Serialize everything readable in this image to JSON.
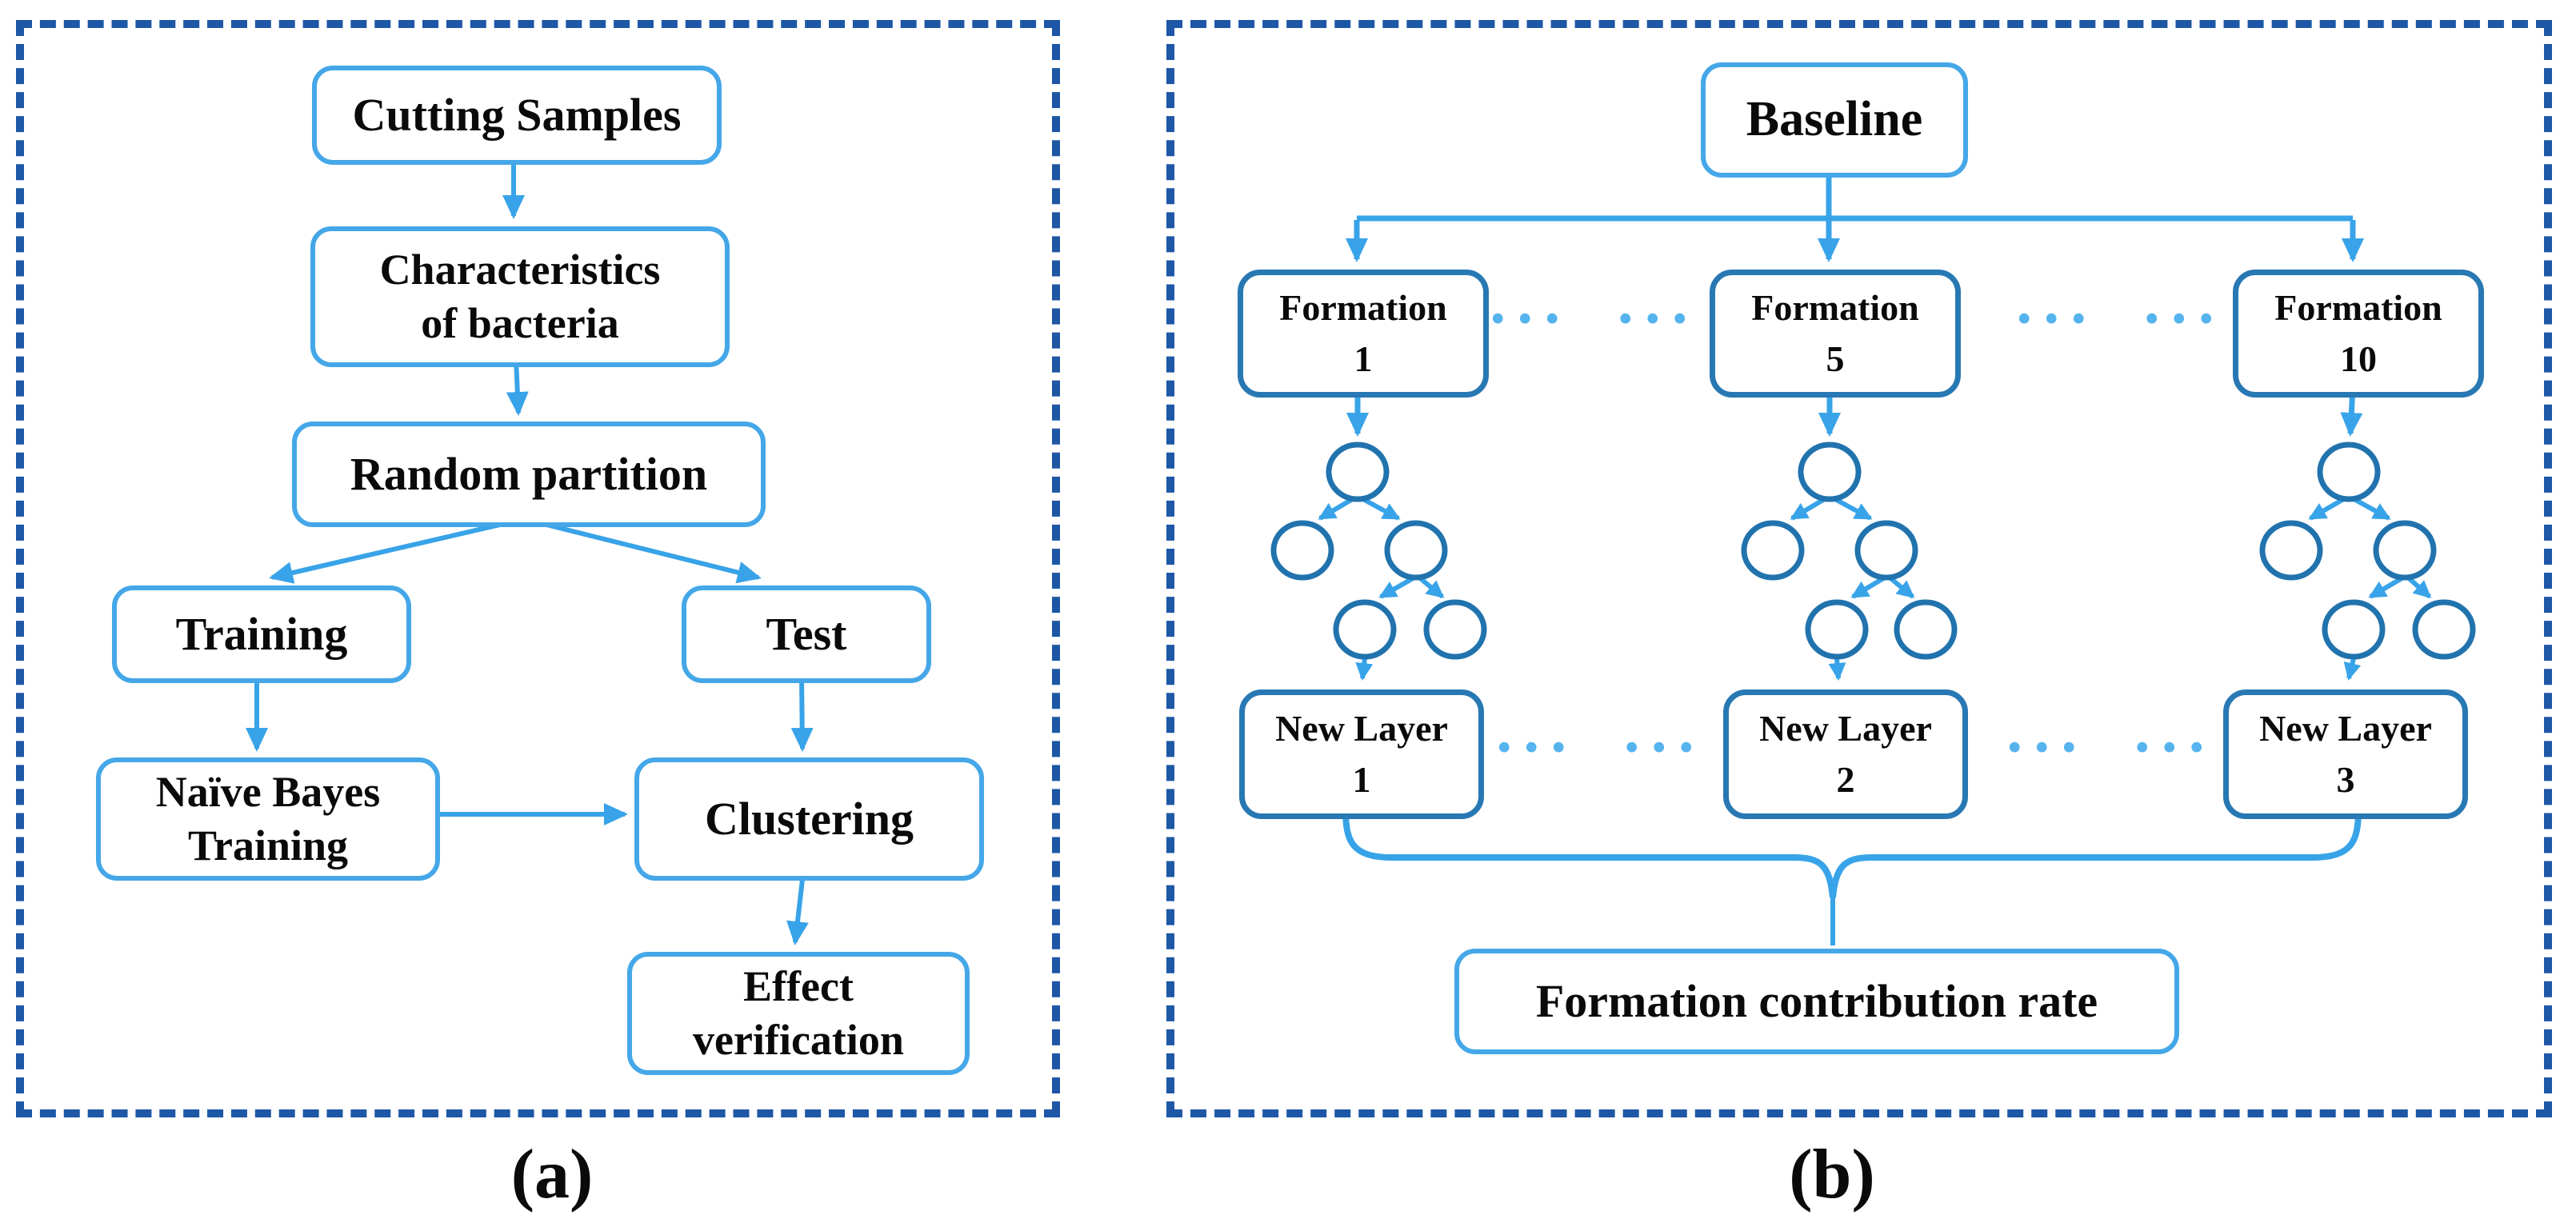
{
  "figure": {
    "panel_a": {
      "label": "(a)",
      "nodes": {
        "cutting_samples": "Cutting Samples",
        "characteristics_line1": "Characteristics",
        "characteristics_line2": "of bacteria",
        "random_partition": "Random partition",
        "training": "Training",
        "test": "Test",
        "naive_bayes_line1": "Naïve Bayes",
        "naive_bayes_line2": "Training",
        "clustering": "Clustering",
        "effect_line1": "Effect",
        "effect_line2": "verification"
      }
    },
    "panel_b": {
      "label": "(b)",
      "nodes": {
        "baseline": "Baseline",
        "formation_line1": "Formation",
        "formation1_num": "1",
        "formation5_num": "5",
        "formation10_num": "10",
        "new_layer_line1": "New Layer",
        "new_layer1_num": "1",
        "new_layer2_num": "2",
        "new_layer3_num": "3",
        "contribution_rate": "Formation contribution rate",
        "ellipsis": "··· ···"
      }
    },
    "colors": {
      "dashed_border": "#1e57a6",
      "box_border_light": "#45a7e8",
      "box_border_dark": "#2878b4",
      "arrow": "#38a3e8",
      "circle_stroke": "#2173ae",
      "dots": "#55b3ee",
      "text": "#0a0a0a"
    }
  }
}
